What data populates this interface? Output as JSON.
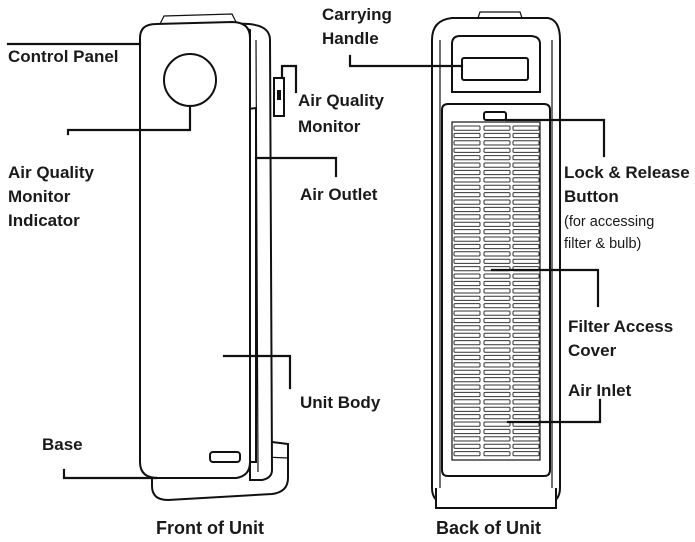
{
  "labels": {
    "control_panel": "Control Panel",
    "aqm_indicator_1": "Air Quality",
    "aqm_indicator_2": "Monitor",
    "aqm_indicator_3": "Indicator",
    "base": "Base",
    "aqm_1": "Air Quality",
    "aqm_2": "Monitor",
    "air_outlet": "Air Outlet",
    "unit_body": "Unit Body",
    "handle_1": "Carrying",
    "handle_2": "Handle",
    "lock_1": "Lock & Release",
    "lock_2": "Button",
    "lock_sub_1": "(for accessing",
    "lock_sub_2": "filter & bulb)",
    "filter_1": "Filter Access",
    "filter_2": "Cover",
    "air_inlet": "Air Inlet"
  },
  "captions": {
    "front": "Front of Unit",
    "back": "Back of Unit"
  }
}
